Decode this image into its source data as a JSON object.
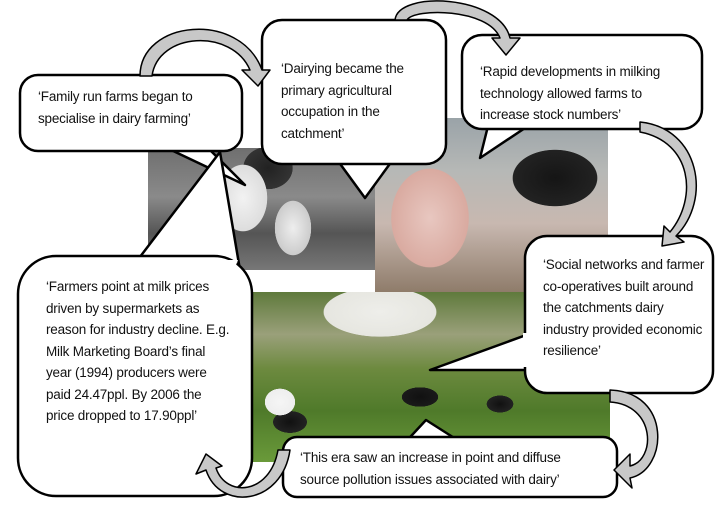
{
  "bubbles": [
    {
      "id": "family",
      "text": "‘Family run farms began to specialise in dairy farming’"
    },
    {
      "id": "dairying",
      "text": "‘Dairying became the primary agricultural occupation in the catchment’"
    },
    {
      "id": "rapid",
      "text": "‘Rapid developments in milking technology allowed farms to increase stock numbers’"
    },
    {
      "id": "social",
      "text": "‘Social networks and farmer co-operatives built around the catchments dairy industry provided economic resilience’"
    },
    {
      "id": "pollution",
      "text": "‘This era saw an increase in point and diffuse source pollution issues associated with dairy’"
    },
    {
      "id": "prices",
      "text": "‘Farmers point at milk prices driven by supermarkets as reason for industry decline. E.g. Milk Marketing Board’s final year (1994)  producers were paid 24.47ppl. By 2006 the price dropped to 17.90ppl’"
    }
  ],
  "colors": {
    "arrow": "#c8c8c8",
    "outline": "#000000",
    "bubble": "#ffffff"
  }
}
